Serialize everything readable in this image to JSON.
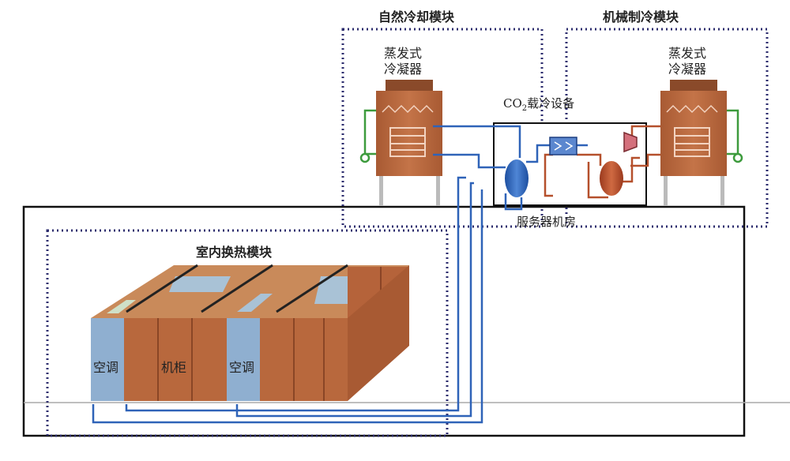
{
  "modules": {
    "free_cooling": "自然冷却模块",
    "mechanical_cooling": "机械制冷模块",
    "indoor_exchange": "室内换热模块"
  },
  "condenser": {
    "line1": "蒸发式",
    "line2": "冷凝器"
  },
  "co2_unit": {
    "prefix": "CO",
    "sub": "2",
    "suffix": "载冷设备"
  },
  "server_room": "服务器机房",
  "indoor": {
    "ac_left": "空调",
    "cabinet": "机柜",
    "ac_right": "空调"
  },
  "colors": {
    "blue_pipe": "#2f63b8",
    "red_pipe": "#b5502c",
    "green_pipe": "#3d9b3d",
    "cabinet": "#b8683d",
    "ac_unit": "#8fafd0",
    "dotted_border": "#2c2c6e"
  }
}
